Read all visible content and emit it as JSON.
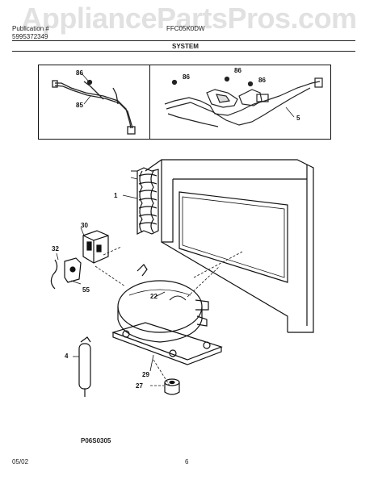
{
  "watermark": "AppliancePartsPros.com",
  "header": {
    "publication_label": "Publication #",
    "publication_number": "5995372349",
    "model": "FFC05K0DW",
    "section": "SYSTEM"
  },
  "callouts": {
    "c86a": "86",
    "c85": "85",
    "c86b": "86",
    "c86c": "86",
    "c86d": "86",
    "c5": "5",
    "c1": "1",
    "c30": "30",
    "c32": "32",
    "c55": "55",
    "c22": "22",
    "c4": "4",
    "c29": "29",
    "c27": "27"
  },
  "figure_id": "P06S0305",
  "footer": {
    "date": "05/02",
    "page": "6"
  }
}
